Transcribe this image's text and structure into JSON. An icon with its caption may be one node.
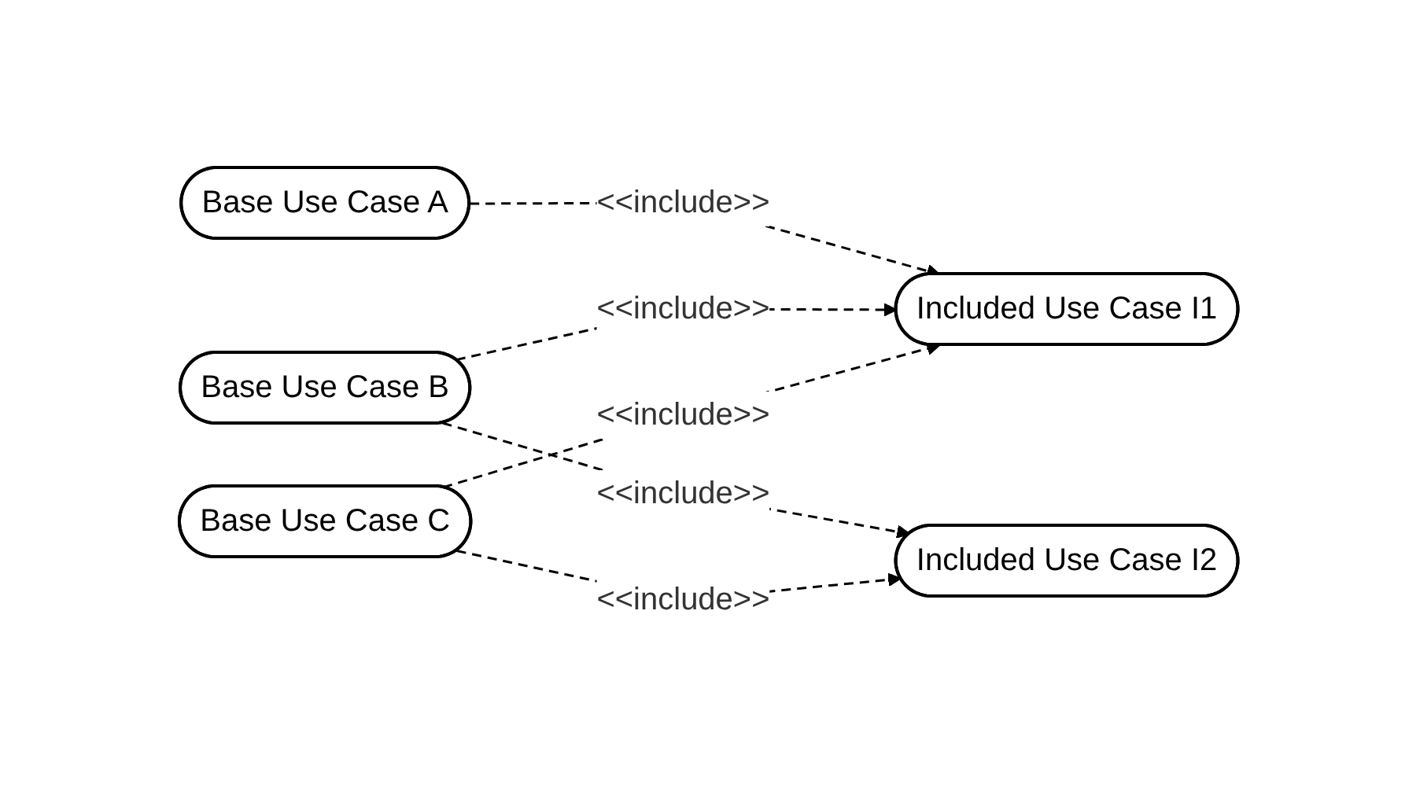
{
  "diagram": {
    "nodes": [
      {
        "text": [
          "Base Use Case A"
        ]
      },
      {
        "text": [
          "Base Use Case B"
        ]
      },
      {
        "text": [
          "Base Use Case C"
        ]
      },
      {
        "text": [
          "Included Use Case I1"
        ]
      },
      {
        "text": [
          "Included Use Case I2"
        ]
      }
    ],
    "edges": [
      {
        "from": 0,
        "to": 3,
        "arrow": "to",
        "style": "dashed",
        "label": "<<include>>"
      },
      {
        "from": 1,
        "to": 3,
        "arrow": "to",
        "style": "dashed",
        "label": "<<include>>"
      },
      {
        "from": 2,
        "to": 3,
        "arrow": "to",
        "style": "dashed",
        "label": "<<include>>"
      },
      {
        "from": 1,
        "to": 4,
        "arrow": "to",
        "style": "dashed",
        "label": "<<include>>"
      },
      {
        "from": 2,
        "to": 4,
        "arrow": "to",
        "style": "dashed",
        "label": "<<include>>"
      }
    ]
  }
}
